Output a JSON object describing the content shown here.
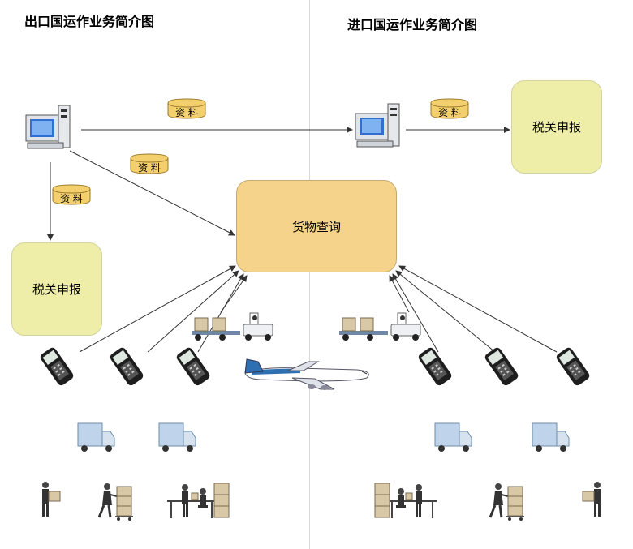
{
  "titles": {
    "export": "出口国运作业务简介图",
    "import": "进口国运作业务简介图"
  },
  "boxes": {
    "customs_left": "税关申报",
    "customs_right": "税关申报",
    "cargo_query": "货物查询"
  },
  "document_label": "资 料",
  "colors": {
    "customs_fill": "#eeeea8",
    "query_fill": "#f6d38a",
    "document_fill": "#f3cf6e",
    "arrow": "#333333"
  },
  "icons": [
    "computer-icon",
    "document-icon",
    "handheld-scanner-icon",
    "baggage-tractor-icon",
    "airplane-icon",
    "truck-icon",
    "porter-icon",
    "worker-with-cart-icon",
    "workstation-icon"
  ]
}
